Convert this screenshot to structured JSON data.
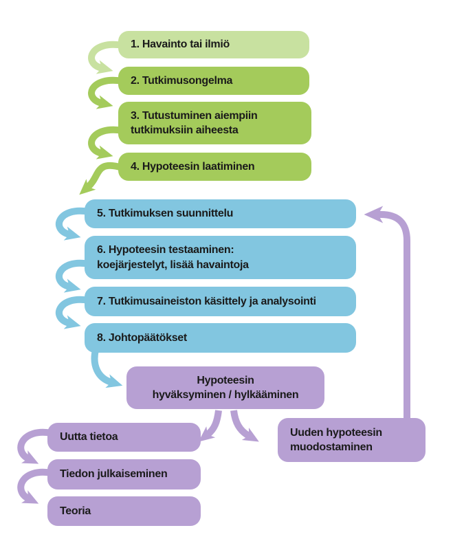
{
  "colors": {
    "light_green": "#c8e1a0",
    "green": "#a4cb5b",
    "blue": "#82c6e0",
    "purple": "#b7a0d3",
    "text": "#1a1a1a",
    "background": "#ffffff"
  },
  "boxes": [
    {
      "id": "step-1",
      "lines": [
        "1. Havainto tai ilmiö"
      ]
    },
    {
      "id": "step-2",
      "lines": [
        "2. Tutkimusongelma"
      ]
    },
    {
      "id": "step-3",
      "lines": [
        "3. Tutustuminen aiempiin",
        "tutkimuksiin aiheesta"
      ]
    },
    {
      "id": "step-4",
      "lines": [
        "4. Hypoteesin laatiminen"
      ]
    },
    {
      "id": "step-5",
      "lines": [
        "5. Tutkimuksen suunnittelu"
      ]
    },
    {
      "id": "step-6",
      "lines": [
        "6. Hypoteesin testaaminen:",
        "koejärjestelyt, lisää havaintoja"
      ]
    },
    {
      "id": "step-7",
      "lines": [
        "7. Tutkimusaineiston käsittely ja analysointi"
      ]
    },
    {
      "id": "step-8",
      "lines": [
        "8. Johtopäätökset"
      ]
    },
    {
      "id": "hypothesis-decision",
      "lines": [
        "Hypoteesin",
        "hyväksyminen / hylkääminen"
      ]
    },
    {
      "id": "new-knowledge",
      "lines": [
        "Uutta tietoa"
      ]
    },
    {
      "id": "publishing",
      "lines": [
        "Tiedon julkaiseminen"
      ]
    },
    {
      "id": "theory",
      "lines": [
        "Teoria"
      ]
    },
    {
      "id": "new-hypothesis",
      "lines": [
        "Uuden hypoteesin",
        "muodostaminen"
      ]
    }
  ],
  "arrows": [
    {
      "id": "arrow-step1-to-step2",
      "color": "light_green"
    },
    {
      "id": "arrow-step2-to-step3",
      "color": "green"
    },
    {
      "id": "arrow-step3-to-step4",
      "color": "green"
    },
    {
      "id": "arrow-step4-to-step5",
      "color": "green"
    },
    {
      "id": "arrow-step5-to-step6",
      "color": "blue"
    },
    {
      "id": "arrow-step6-to-step7",
      "color": "blue"
    },
    {
      "id": "arrow-step7-to-step8",
      "color": "blue"
    },
    {
      "id": "arrow-step8-to-decision",
      "color": "blue"
    },
    {
      "id": "arrow-decision-to-new-knowledge",
      "color": "purple"
    },
    {
      "id": "arrow-decision-to-new-hypothesis",
      "color": "purple"
    },
    {
      "id": "arrow-new-knowledge-to-publishing",
      "color": "purple"
    },
    {
      "id": "arrow-publishing-to-theory",
      "color": "purple"
    },
    {
      "id": "arrow-new-hypothesis-to-step5",
      "color": "purple"
    }
  ]
}
